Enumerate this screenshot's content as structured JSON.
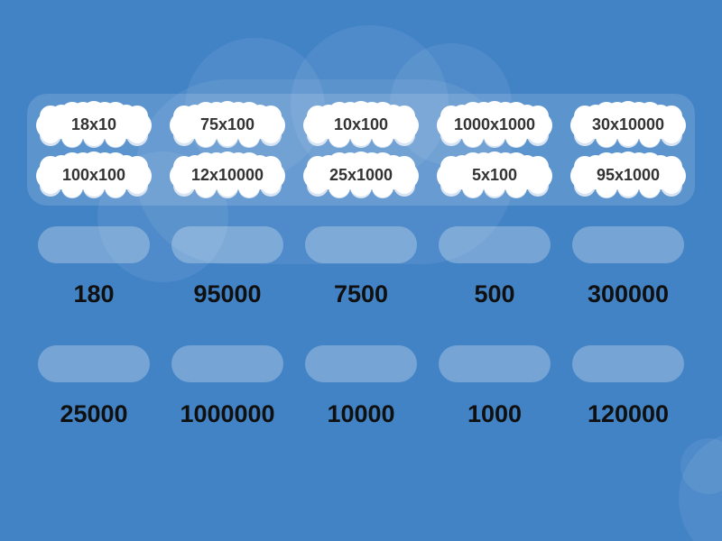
{
  "game": {
    "kind": "match-up-drag-and-drop",
    "tray": {
      "tiles": [
        "18x10",
        "75x100",
        "10x100",
        "1000x1000",
        "30x10000",
        "100x100",
        "12x10000",
        "25x1000",
        "5x100",
        "95x1000"
      ]
    },
    "targets": {
      "rows": [
        {
          "answers": [
            "180",
            "95000",
            "7500",
            "500",
            "300000"
          ]
        },
        {
          "answers": [
            "25000",
            "1000000",
            "10000",
            "1000",
            "120000"
          ]
        }
      ]
    }
  },
  "colors": {
    "sky": "#4283C6",
    "tray_panel": "rgba(255,255,255,0.14)",
    "drop_zone": "rgba(255,255,255,0.27)",
    "background_cloud": "rgba(255,255,255,0.07)",
    "tile_cloud_fill": "#FFFFFF",
    "tile_cloud_shadow": "#D8E4F2",
    "tile_text": "#333333",
    "answer_text": "#101010"
  }
}
